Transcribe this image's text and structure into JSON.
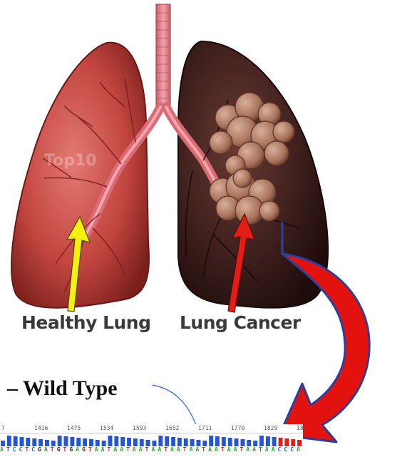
{
  "labels": {
    "healthy": "Healthy Lung",
    "cancer": "Lung Cancer",
    "wild_type": "– Wild Type"
  },
  "watermark": "Top10",
  "sequence": {
    "positions": [
      "7",
      "1416",
      "1475",
      "1534",
      "1593",
      "1652",
      "1711",
      "1770",
      "1829",
      "18"
    ],
    "bases": "ATCCTCGATGTGAGTAATAATAATAATAATAATAATAATAATAACCCA"
  },
  "colors": {
    "healthy_lung": "#c2453f",
    "cancer_lung": "#3d1f1c",
    "trachea": "#e0828b",
    "healthy_arrow": "#f5f010",
    "cancer_arrow": "#e21e17",
    "curved_arrow": "#e2130f",
    "curved_arrow_outline": "#2a3f9e",
    "base_A": "#22a822",
    "base_T": "#e11c1c",
    "base_C": "#2455d6",
    "base_G": "#222222"
  }
}
